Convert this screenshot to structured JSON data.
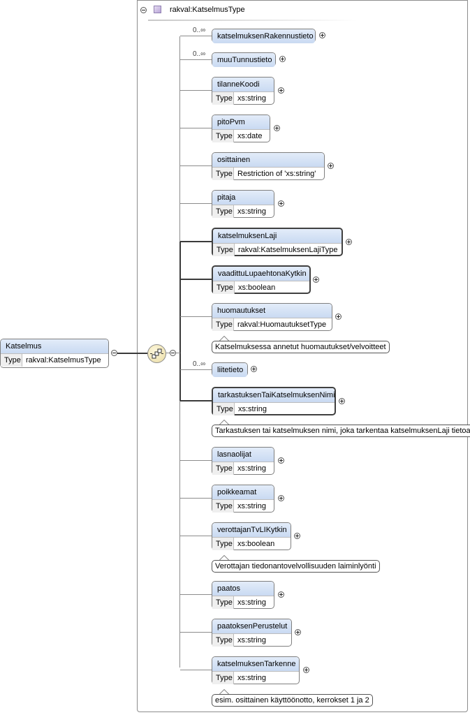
{
  "root": {
    "name": "Katselmus",
    "type_label": "Type",
    "type_value": "rakval:KatselmusType"
  },
  "complex_type": {
    "name": "rakval:KatselmusType"
  },
  "sequence": {
    "icon": "sequence-compositor-icon"
  },
  "elements": [
    {
      "name": "katselmuksenRakennustieto",
      "cardinality": "0..∞"
    },
    {
      "name": "muuTunnustieto",
      "cardinality": "0..∞"
    },
    {
      "name": "tilanneKoodi",
      "type_label": "Type",
      "type": "xs:string"
    },
    {
      "name": "pitoPvm",
      "type_label": "Type",
      "type": "xs:date"
    },
    {
      "name": "osittainen",
      "type_label": "Type",
      "type": "Restriction of 'xs:string'"
    },
    {
      "name": "pitaja",
      "type_label": "Type",
      "type": "xs:string"
    },
    {
      "name": "katselmuksenLaji",
      "type_label": "Type",
      "type": "rakval:KatselmuksenLajiType"
    },
    {
      "name": "vaadittuLupaehtonaKytkin",
      "type_label": "Type",
      "type": "xs:boolean"
    },
    {
      "name": "huomautukset",
      "type_label": "Type",
      "type": "rakval:HuomautuksetType",
      "note": "Katselmuksessa annetut huomautukset/velvoitteet"
    },
    {
      "name": "liitetieto",
      "cardinality": "0..∞"
    },
    {
      "name": "tarkastuksenTaiKatselmuksenNimi",
      "type_label": "Type",
      "type": "xs:string",
      "note": "Tarkastuksen tai katselmuksen nimi, joka tarkentaa katselmuksenLaji tietoa."
    },
    {
      "name": "lasnaolijat",
      "type_label": "Type",
      "type": "xs:string"
    },
    {
      "name": "poikkeamat",
      "type_label": "Type",
      "type": "xs:string"
    },
    {
      "name": "verottajanTvLIKytkin",
      "type_label": "Type",
      "type": "xs:boolean",
      "note": "Verottajan tiedonantovelvollisuuden laiminlyönti"
    },
    {
      "name": "paatos",
      "type_label": "Type",
      "type": "xs:string"
    },
    {
      "name": "paatoksenPerustelut",
      "type_label": "Type",
      "type": "xs:string"
    },
    {
      "name": "katselmuksenTarkenne",
      "type_label": "Type",
      "type": "xs:string",
      "note": "esim. osittainen käyttöönotto, kerrokset 1 ja 2"
    }
  ]
}
